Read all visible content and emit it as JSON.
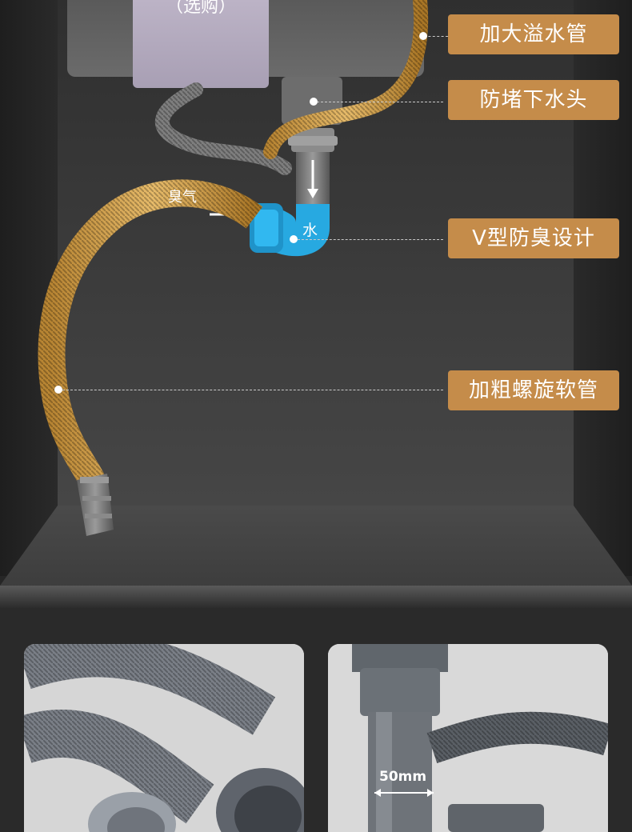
{
  "box_caption": "（选购）",
  "labels": {
    "overflow_pipe": "加大溢水管",
    "anti_clog_drain": "防堵下水头",
    "v_odor_design": "V型防臭设计",
    "thick_spiral_hose": "加粗螺旋软管"
  },
  "diagram_text": {
    "odor": "臭气",
    "water": "水"
  },
  "photo_caption": {
    "pipe_diameter": "50mm"
  },
  "colors": {
    "label_bg": "#c58c4a",
    "hose_gold": "#d4a14a",
    "blue_trap": "#27a9e1",
    "gray_pipe": "#7a7a7a"
  }
}
